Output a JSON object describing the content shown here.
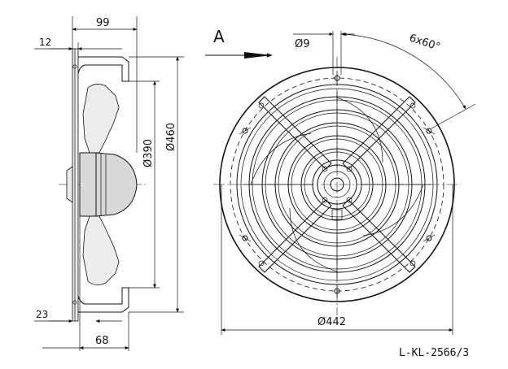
{
  "dimensions": {
    "side_width": "99",
    "front_offset": "12",
    "inner_diameter": "Ø390",
    "outer_diameter": "Ø460",
    "rear_offset": "23",
    "motor_depth": "68",
    "hole_diameter": "Ø9",
    "hole_pattern": "6x60°",
    "bolt_circle": "Ø442"
  },
  "view_label": "A",
  "drawing_ref": "L-KL-2566/3"
}
